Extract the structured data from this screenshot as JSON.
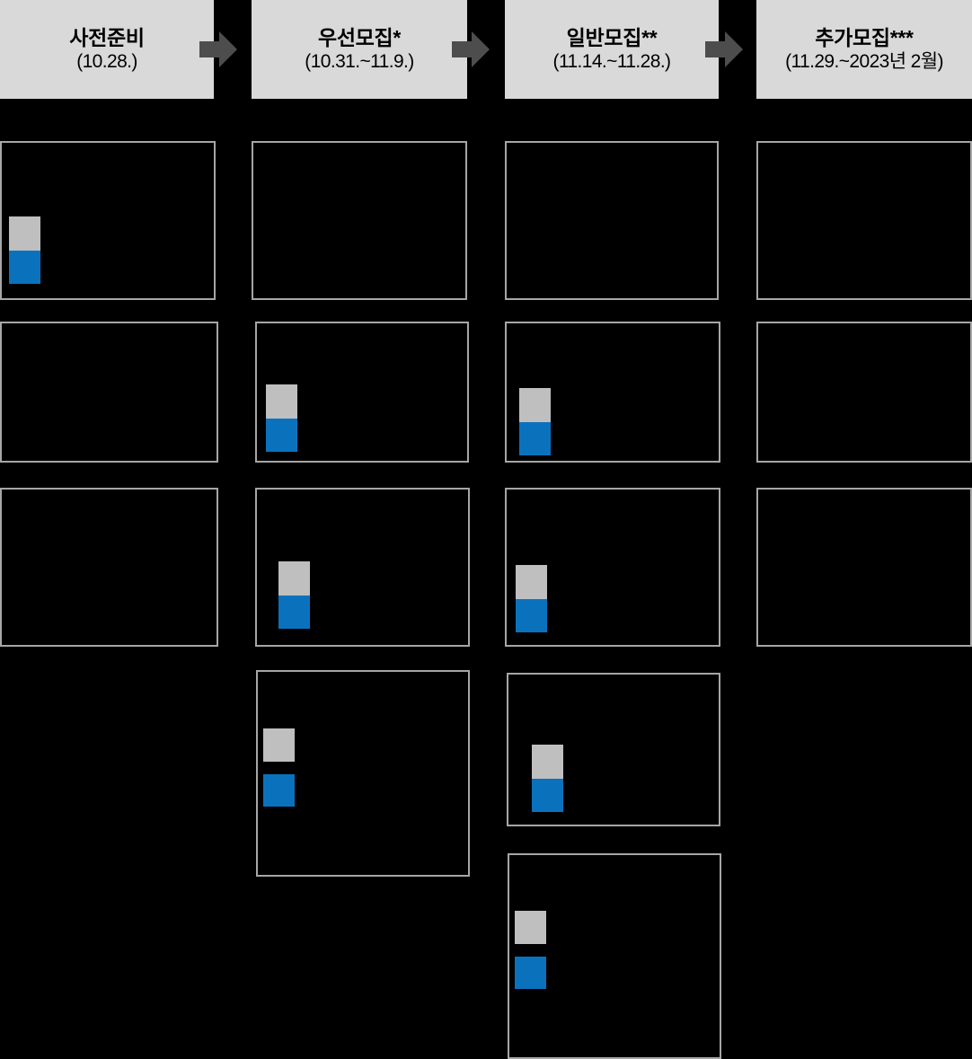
{
  "background_color": "#000000",
  "palette": {
    "banner_fill": "#D9D9D9",
    "banner_text": "#000000",
    "arrow_fill": "#4D4D4D",
    "cell_border": "#A6A6A6",
    "cell_fill": "#000000",
    "swatch_gray": "#BFBFBF",
    "swatch_blue": "#0A72BD"
  },
  "header": {
    "arrow_icon": "arrow-right-icon",
    "phases": [
      {
        "title": "사전준비",
        "range": "(10.28.)"
      },
      {
        "title": "우선모집*",
        "range": "(10.31.~11.9.)"
      },
      {
        "title": "일반모집**",
        "range": "(11.14.~11.28.)"
      },
      {
        "title": "추가모집***",
        "range": "(11.29.~2023년 2월)"
      }
    ]
  },
  "grid": {
    "columns": 4,
    "cells": [
      {
        "row": 1,
        "col": 1,
        "has_markers": true,
        "marker_style": "joined"
      },
      {
        "row": 1,
        "col": 2,
        "has_markers": false,
        "marker_style": "none"
      },
      {
        "row": 1,
        "col": 3,
        "has_markers": false,
        "marker_style": "none"
      },
      {
        "row": 1,
        "col": 4,
        "has_markers": false,
        "marker_style": "none"
      },
      {
        "row": 2,
        "col": 1,
        "has_markers": false,
        "marker_style": "none"
      },
      {
        "row": 2,
        "col": 2,
        "has_markers": true,
        "marker_style": "joined"
      },
      {
        "row": 2,
        "col": 3,
        "has_markers": true,
        "marker_style": "joined"
      },
      {
        "row": 2,
        "col": 4,
        "has_markers": false,
        "marker_style": "none"
      },
      {
        "row": 3,
        "col": 1,
        "has_markers": false,
        "marker_style": "none"
      },
      {
        "row": 3,
        "col": 2,
        "has_markers": true,
        "marker_style": "joined"
      },
      {
        "row": 3,
        "col": 3,
        "has_markers": true,
        "marker_style": "joined"
      },
      {
        "row": 3,
        "col": 4,
        "has_markers": false,
        "marker_style": "none"
      },
      {
        "row": 4,
        "col": 2,
        "has_markers": true,
        "marker_style": "split"
      },
      {
        "row": 4,
        "col": 3,
        "has_markers": true,
        "marker_style": "joined"
      },
      {
        "row": 5,
        "col": 3,
        "has_markers": true,
        "marker_style": "split"
      }
    ]
  },
  "legend": {
    "swatch_gray_name": "gray-swatch",
    "swatch_blue_name": "blue-swatch"
  }
}
